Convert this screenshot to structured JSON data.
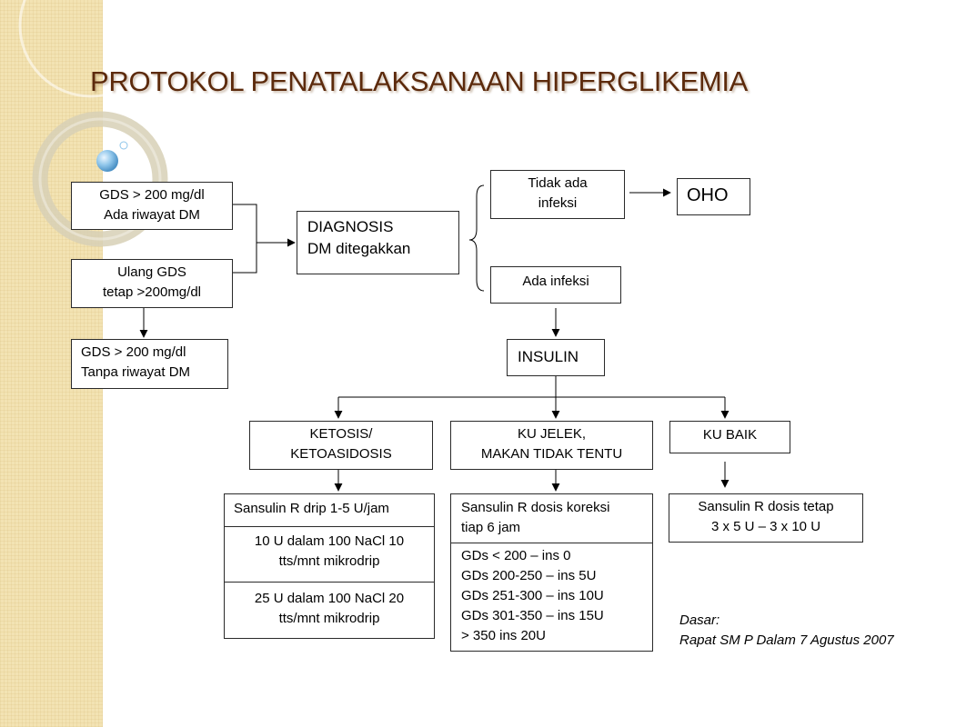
{
  "title": "PROTOKOL PENATALAKSANAAN HIPERGLIKEMIA",
  "boxes": {
    "gds_riwayat": [
      "GDS > 200 mg/dl",
      "Ada riwayat  DM"
    ],
    "ulang_gds": [
      "Ulang GDS",
      "tetap >200mg/dl"
    ],
    "gds_tanpa": [
      "GDS > 200 mg/dl",
      "Tanpa riwayat  DM"
    ],
    "diagnosis": [
      "DIAGNOSIS",
      "DM ditegakkan"
    ],
    "tidak_infeksi": [
      "Tidak ada",
      "infeksi"
    ],
    "oho": "OHO",
    "ada_infeksi": "Ada infeksi",
    "insulin": "INSULIN",
    "ketosis": [
      "KETOSIS/",
      "KETOASIDOSIS"
    ],
    "ku_jelek": [
      "KU JELEK,",
      "MAKAN TIDAK TENTU"
    ],
    "ku_baik": "KU BAIK",
    "drip": {
      "header": "Sansulin R drip 1-5 U/jam",
      "row1": [
        "10 U dalam 100 NaCl 10",
        "tts/mnt mikrodrip"
      ],
      "row2": [
        "25 U dalam 100 NaCl 20",
        "tts/mnt mikrodrip"
      ]
    },
    "koreksi": {
      "header": [
        "Sansulin R dosis koreksi",
        "tiap 6 jam"
      ],
      "lines": [
        "GDs < 200 – ins 0",
        "GDs 200-250 – ins 5U",
        "GDs 251-300 – ins 10U",
        "GDs 301-350 – ins 15U",
        "> 350 ins 20U"
      ]
    },
    "tetap": [
      "Sansulin R  dosis tetap",
      "3 x 5 U – 3 x 10 U"
    ]
  },
  "note": [
    "Dasar:",
    "Rapat SM P Dalam 7 Agustus 2007"
  ],
  "colors": {
    "title": "#5c2a0c",
    "sidebar": "#f3e3b3",
    "bubble": "#8ec5ea",
    "line": "#000000"
  }
}
